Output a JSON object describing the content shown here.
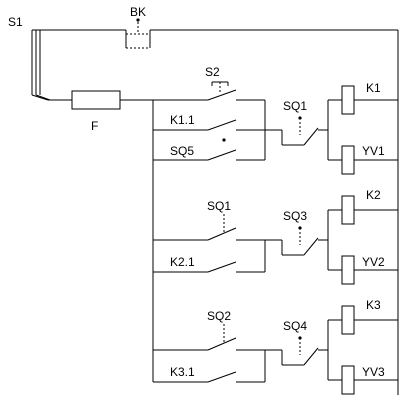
{
  "diagram": {
    "labels": {
      "s1": "S1",
      "bk": "BK",
      "fuse": "F",
      "s2": "S2",
      "k11": "K1.1",
      "sq5": "SQ5",
      "sq1_top": "SQ1",
      "k1": "K1",
      "yv1": "YV1",
      "sq1_mid": "SQ1",
      "sq3": "SQ3",
      "k21": "K2.1",
      "k2": "K2",
      "yv2": "YV2",
      "sq2": "SQ2",
      "sq4": "SQ4",
      "k31": "K3.1",
      "k3": "K3",
      "yv3": "YV3"
    }
  }
}
